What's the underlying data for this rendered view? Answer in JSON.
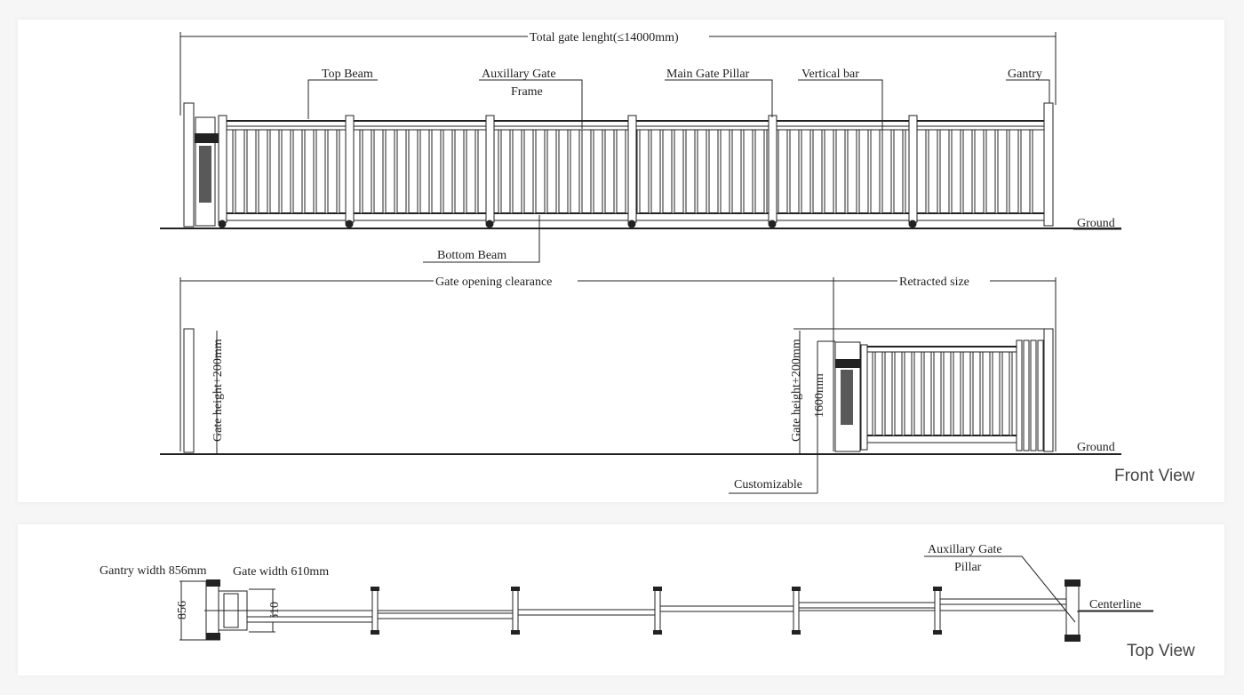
{
  "front_view": {
    "title": "Front View",
    "total_length": "Total gate lenght(≤14000mm)",
    "labels": {
      "top_beam": "Top Beam",
      "aux_frame_1": "Auxillary Gate",
      "aux_frame_2": "Frame",
      "main_pillar": "Main Gate Pillar",
      "vertical_bar": "Vertical bar",
      "gantry": "Gantry",
      "ground": "Ground",
      "bottom_beam": "Bottom Beam",
      "opening_clearance": "Gate opening clearance",
      "retracted_size": "Retracted size",
      "gate_height_left": "Gate height+200mm",
      "gate_height_right": "Gate height+200mm",
      "height_1600": "1600mm",
      "ground2": "Ground",
      "customizable": "Customizable"
    }
  },
  "top_view": {
    "title": "Top View",
    "gantry_width": "Gantry width 856mm",
    "gate_width": "Gate width 610mm",
    "dim_856": "856",
    "dim_610": "610",
    "aux_pillar_1": "Auxillary Gate",
    "aux_pillar_2": "Pillar",
    "centerline": "Centerline"
  }
}
